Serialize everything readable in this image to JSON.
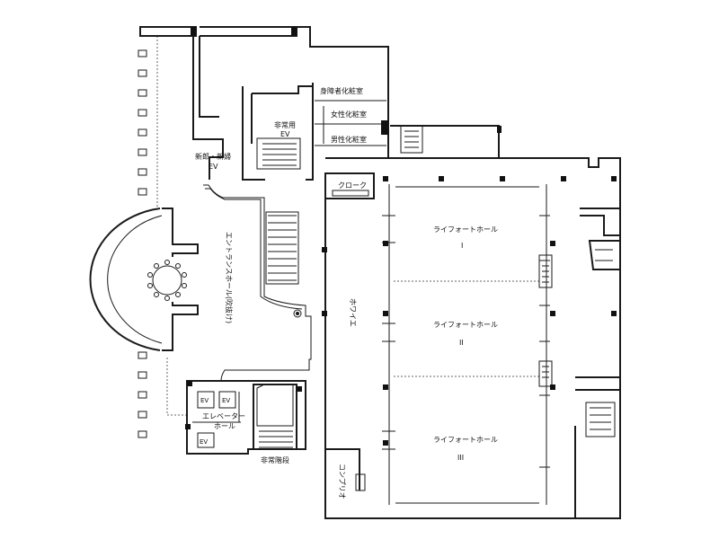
{
  "rooms": {
    "disabled_restroom": "身障者化粧室",
    "womens_restroom": "女性化粧室",
    "mens_restroom": "男性化粧室",
    "emergency_ev": "非常用",
    "emergency_ev_2": "EV",
    "groom_bride_ev_1": "新郎・新婦",
    "groom_bride_ev_2": "EV",
    "cloak": "クローク",
    "entrance_hall": "エントランスホール(吹抜け)",
    "foyer": "ホワイエ",
    "hall_name": "ライフォートホール",
    "hall_1_num": "I",
    "hall_2_num": "II",
    "hall_3_num": "III",
    "elevator_hall_1": "エレベーター",
    "elevator_hall_2": "ホール",
    "ev_a": "EV",
    "ev_b": "EV",
    "ev_c": "EV",
    "emergency_stairs": "非常階段",
    "comprio": "コンプリオ"
  },
  "colors": {
    "wall": "#1a1a1a",
    "background": "#ffffff"
  }
}
